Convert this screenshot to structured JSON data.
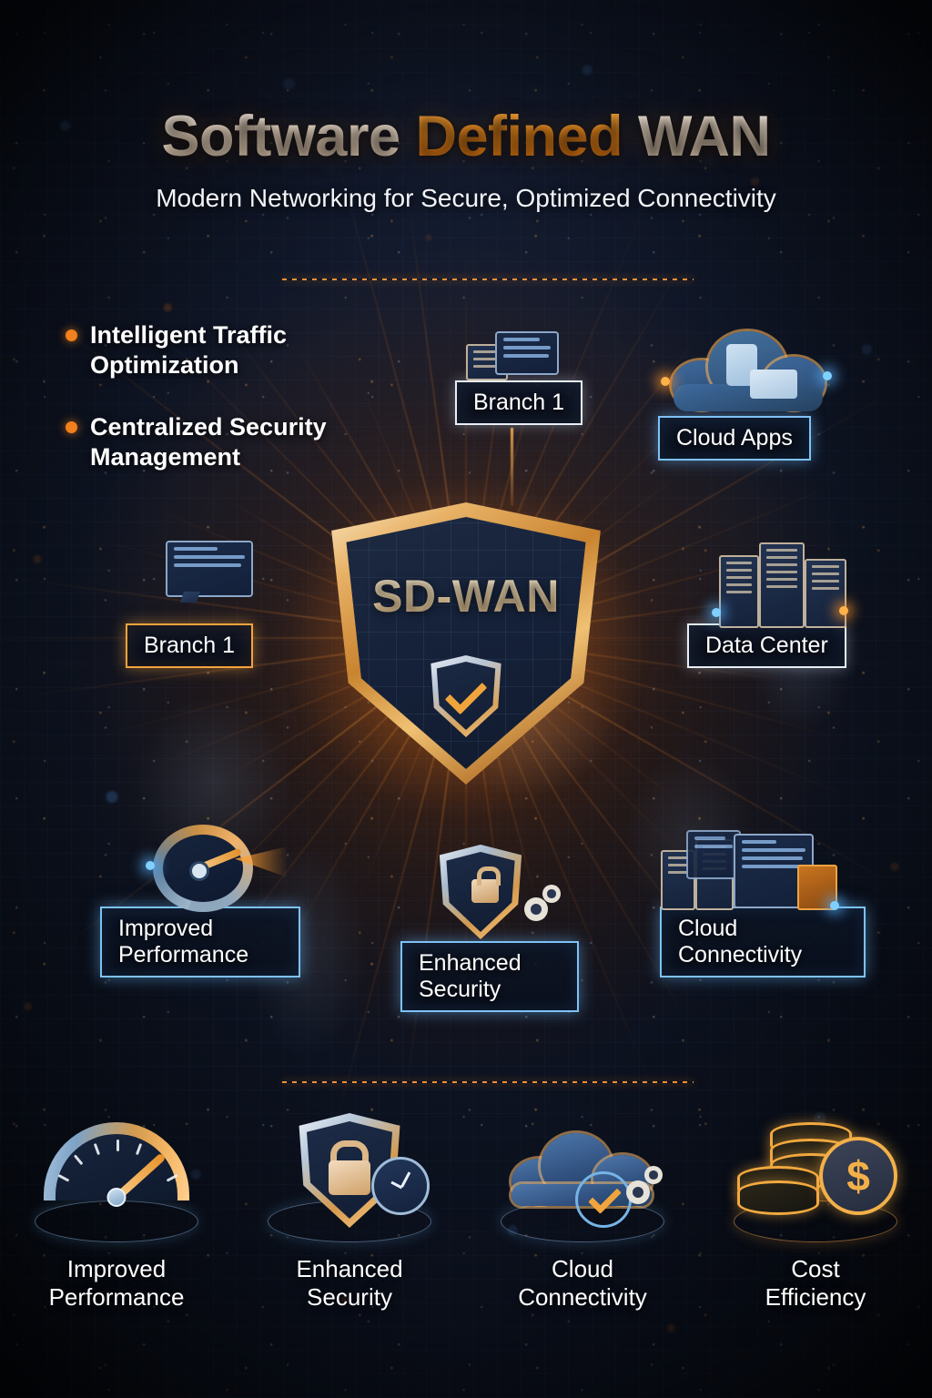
{
  "header": {
    "title_part1": "Software ",
    "title_part2": "Defined",
    "title_part3": " WAN",
    "subtitle": "Modern Networking for Secure, Optimized Connectivity"
  },
  "features": [
    {
      "label": "Intelligent Traffic Optimization"
    },
    {
      "label": "Centralized Security Management"
    }
  ],
  "diagram": {
    "center_label": "SD-WAN",
    "nodes": [
      {
        "id": "branch-top",
        "label": "Branch 1",
        "border": "white",
        "icon": "server-screen-icon"
      },
      {
        "id": "cloud-apps",
        "label": "Cloud Apps",
        "border": "blue",
        "icon": "cloud-apps-icon"
      },
      {
        "id": "branch-left",
        "label": "Branch 1",
        "border": "orange",
        "icon": "screen-icon"
      },
      {
        "id": "data-center",
        "label": "Data Center",
        "border": "white",
        "icon": "server-rack-icon"
      },
      {
        "id": "improved-perf",
        "label": "Improved Performance",
        "border": "blue",
        "icon": "gauge-icon"
      },
      {
        "id": "enhanced-sec",
        "label": "Enhanced Security",
        "border": "blue",
        "icon": "shield-lock-icon"
      },
      {
        "id": "cloud-conn",
        "label": "Cloud Connectivity",
        "border": "blue",
        "icon": "servers-screens-icon"
      }
    ]
  },
  "benefits": [
    {
      "label_line1": "Improved",
      "label_line2": "Performance",
      "icon": "gauge-icon"
    },
    {
      "label_line1": "Enhanced",
      "label_line2": "Security",
      "icon": "shield-lock-clock-icon"
    },
    {
      "label_line1": "Cloud",
      "label_line2": "Connectivity",
      "icon": "cloud-check-gears-icon"
    },
    {
      "label_line1": "Cost",
      "label_line2": "Efficiency",
      "icon": "coins-dollar-icon"
    }
  ],
  "colors": {
    "accent_orange": "#f2801c",
    "accent_blue": "#7ec2f5",
    "text_white": "#ffffff",
    "background_dark": "#0a0f1c",
    "shield_gold": "#e8b267"
  }
}
